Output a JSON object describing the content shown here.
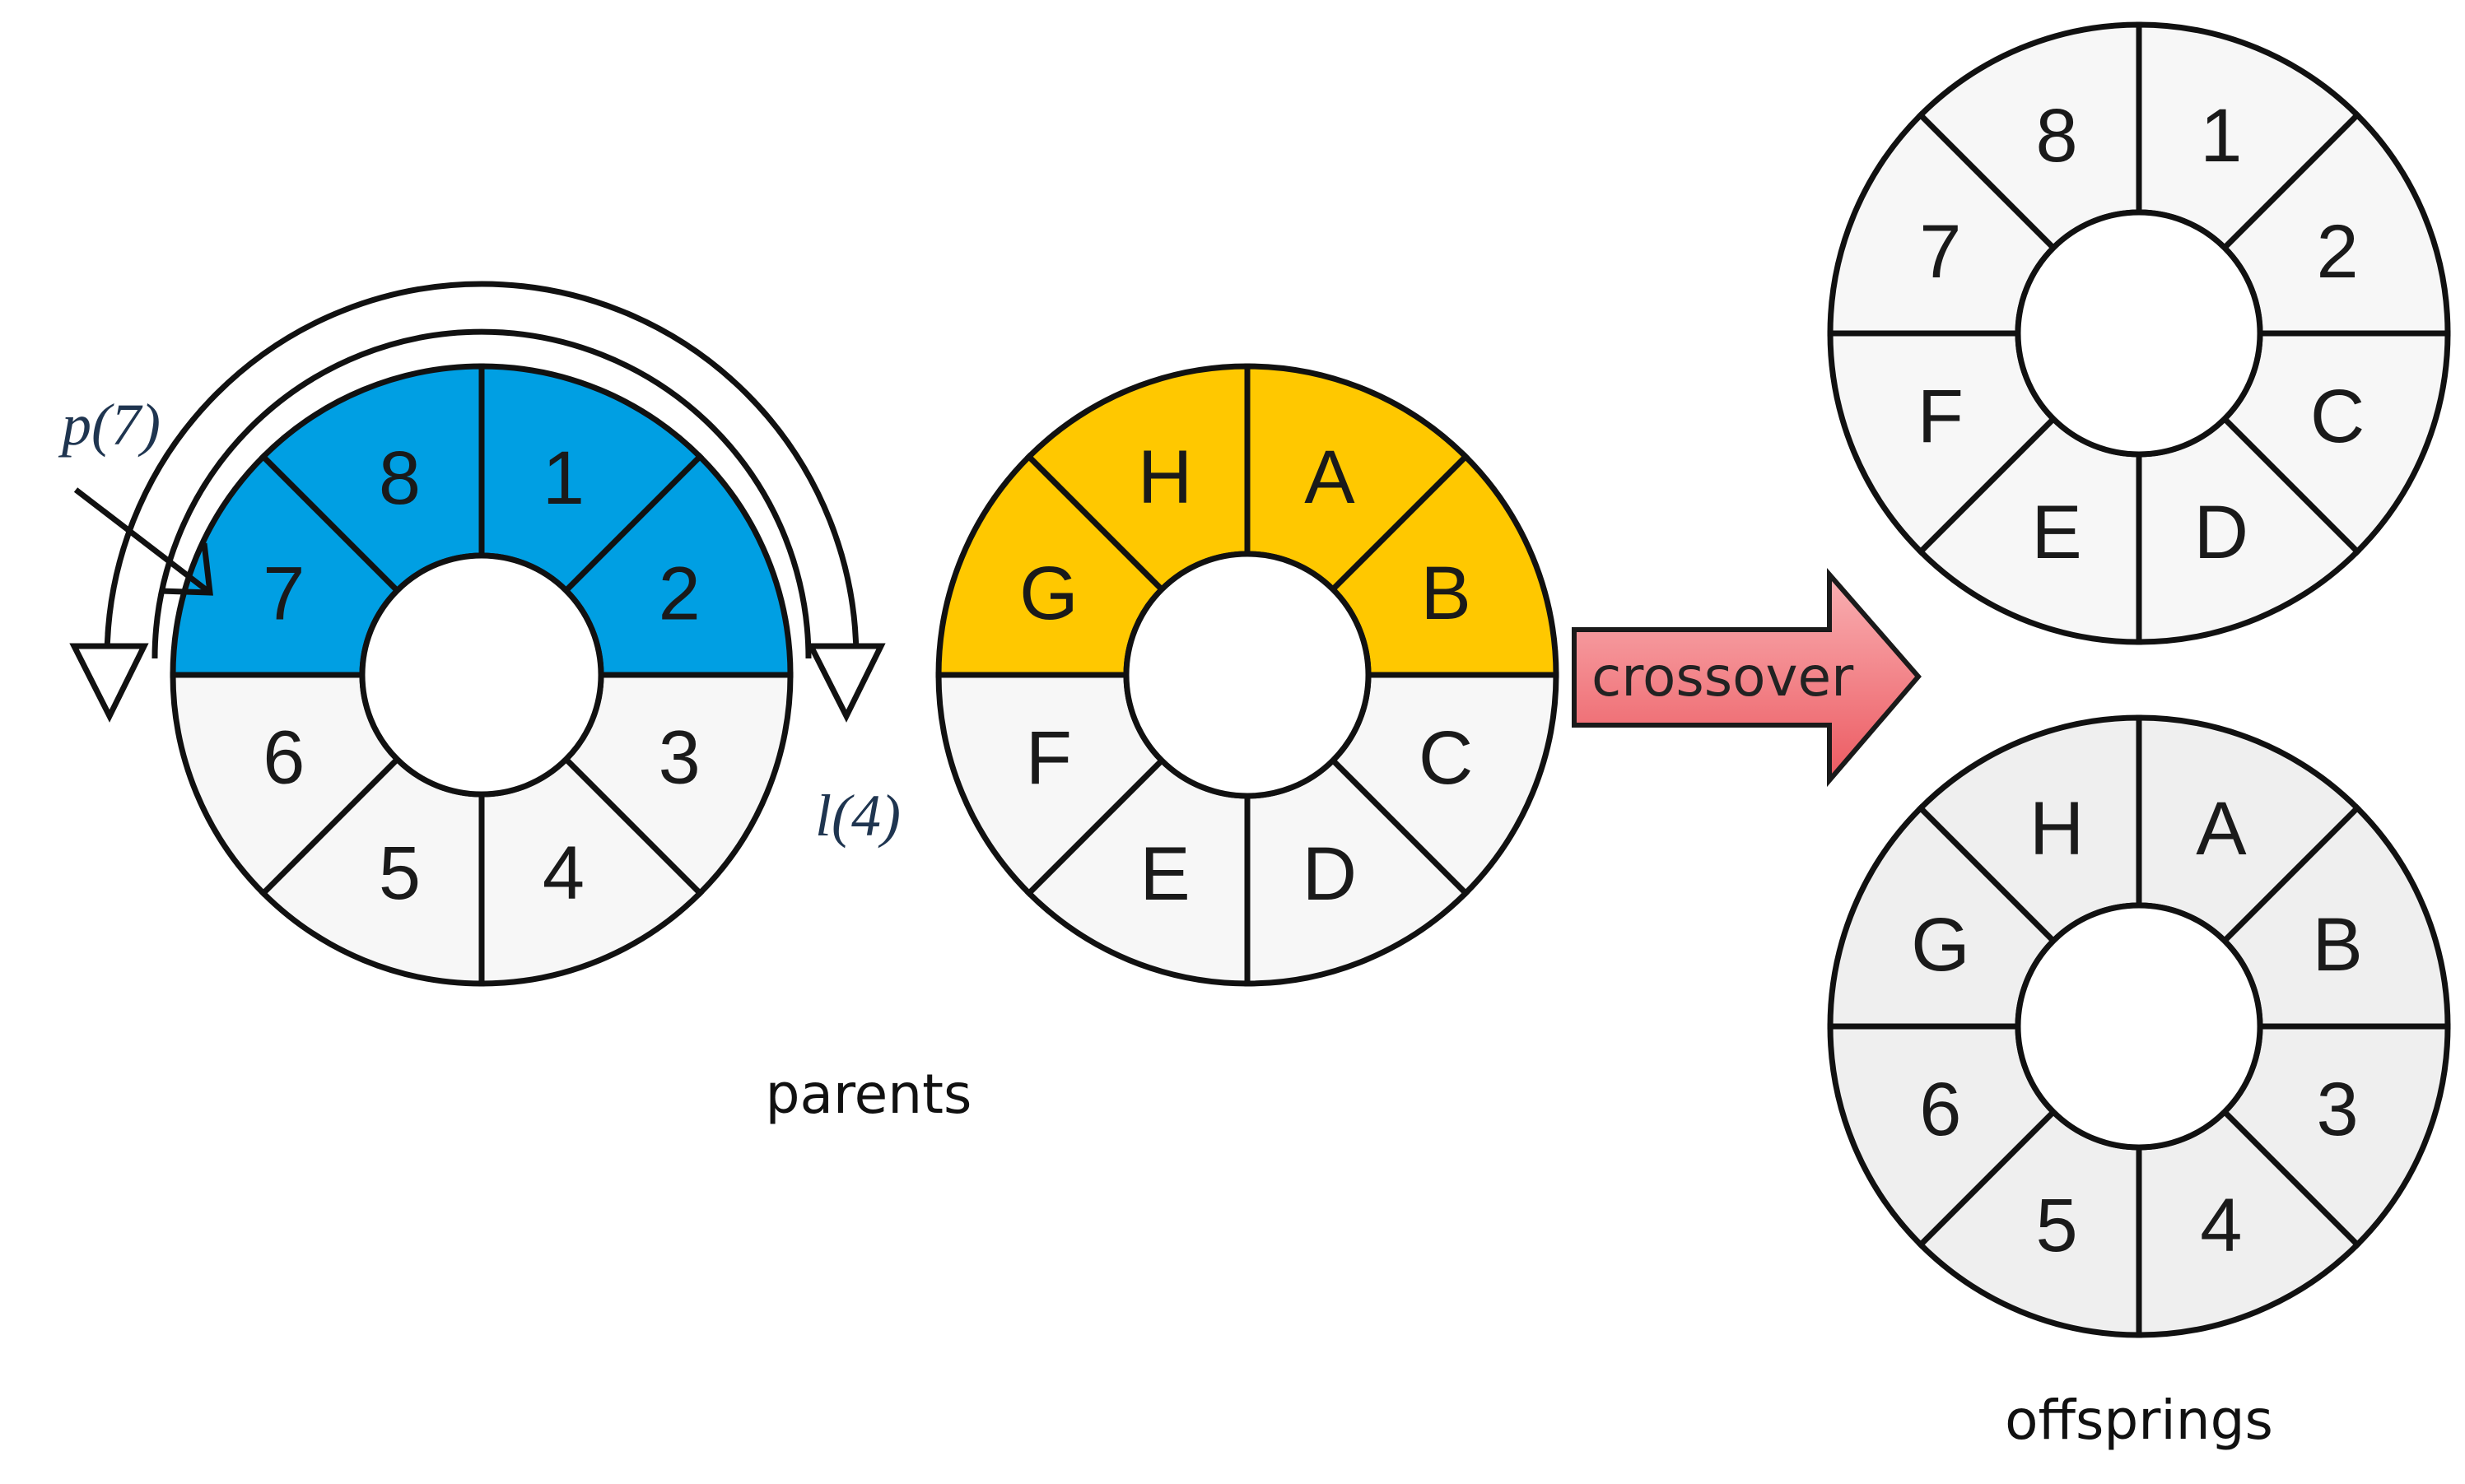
{
  "diagram": {
    "chromosomes": [
      {
        "id": "parent-1",
        "labels": [
          "1",
          "2",
          "3",
          "4",
          "5",
          "6",
          "7",
          "8"
        ],
        "highlighted": [
          true,
          true,
          false,
          false,
          false,
          false,
          true,
          true
        ],
        "fill": "#f7f7f7",
        "highlight_color": "#009fe3"
      },
      {
        "id": "parent-2",
        "labels": [
          "A",
          "B",
          "C",
          "D",
          "E",
          "F",
          "G",
          "H"
        ],
        "highlighted": [
          true,
          true,
          false,
          false,
          false,
          false,
          true,
          true
        ],
        "fill": "#f7f7f7",
        "highlight_color": "#ffc800"
      },
      {
        "id": "offspring-1",
        "labels": [
          "1",
          "2",
          "C",
          "D",
          "E",
          "F",
          "7",
          "8"
        ],
        "highlighted": [
          false,
          false,
          false,
          false,
          false,
          false,
          false,
          false
        ],
        "fill": "#f7f7f7",
        "highlight_color": ""
      },
      {
        "id": "offspring-2",
        "labels": [
          "A",
          "B",
          "3",
          "4",
          "5",
          "6",
          "G",
          "H"
        ],
        "highlighted": [
          false,
          false,
          false,
          false,
          false,
          false,
          false,
          false
        ],
        "fill": "#efefef",
        "highlight_color": ""
      }
    ],
    "p_label": "p(7)",
    "l_label": "l(4)",
    "arrow_label": "crossover",
    "arrow_color": "#f47a7e",
    "parents_caption": "parents",
    "offsprings_caption": "offsprings"
  }
}
